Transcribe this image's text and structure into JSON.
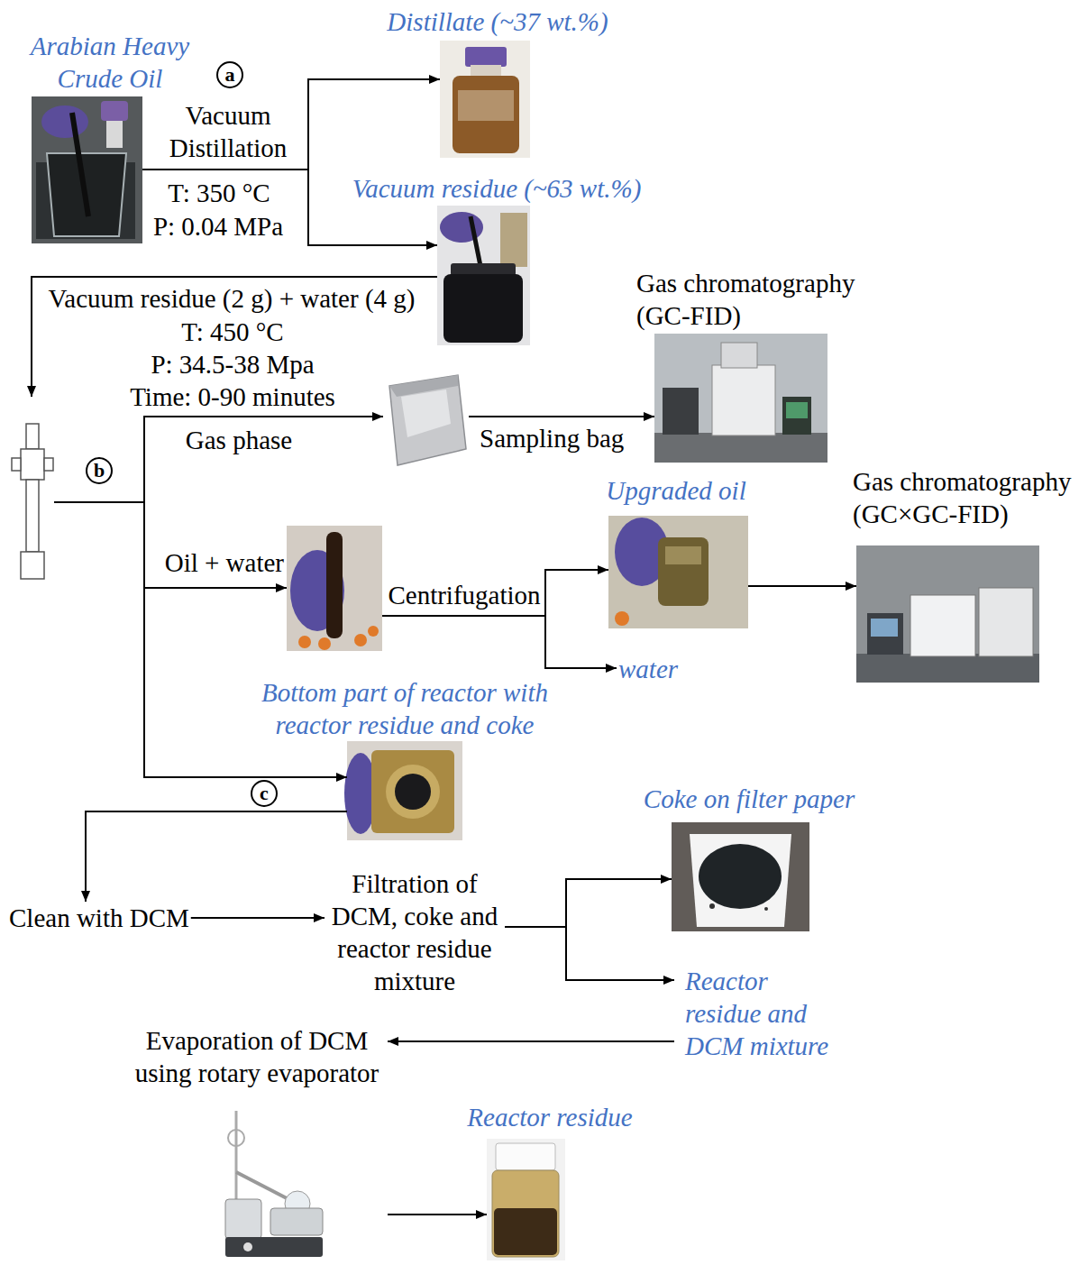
{
  "diagram": {
    "nodes": [
      {
        "text": [
          "Arabian Heavy Crude Oil"
        ]
      },
      {
        "text": [
          "Distillate (~37 wt.%)"
        ]
      },
      {
        "text": [
          "Vacuum residue (~63 wt.%)"
        ]
      },
      {
        "text": [
          "b"
        ]
      },
      {
        "text": [
          "Sampling bag"
        ]
      },
      {
        "text": [
          "Gas chromatography (GC-FID)"
        ]
      },
      {
        "text": [
          "Oil + water"
        ]
      },
      {
        "text": [
          "Upgraded oil"
        ]
      },
      {
        "text": [
          "water"
        ]
      },
      {
        "text": [
          "Gas chromatography (GC×GC-FID)"
        ]
      },
      {
        "text": [
          "Bottom part of reactor with reactor residue and coke"
        ]
      },
      {
        "text": [
          "Clean with DCM"
        ]
      },
      {
        "text": [
          "Filtration of DCM, coke and reactor residue mixture"
        ]
      },
      {
        "text": [
          "Coke on filter paper"
        ]
      },
      {
        "text": [
          "Reactor residue and DCM mixture"
        ]
      },
      {
        "text": [
          "Evaporation of DCM using rotary evaporator"
        ]
      },
      {
        "text": [
          "Reactor residue"
        ]
      }
    ],
    "edges": [
      {
        "from": 0,
        "to": 1,
        "arrow": "to",
        "label": "Vacuum Distillation"
      },
      {
        "from": 0,
        "to": 2,
        "arrow": "to"
      },
      {
        "from": 2,
        "to": 3,
        "arrow": "to"
      },
      {
        "from": 3,
        "to": 4,
        "arrow": "to",
        "label": "Gas phase"
      },
      {
        "from": 3,
        "to": 6,
        "arrow": "to"
      },
      {
        "from": 3,
        "to": 10,
        "arrow": "to"
      },
      {
        "from": 4,
        "to": 5,
        "arrow": "to"
      },
      {
        "from": 6,
        "to": 7,
        "arrow": "to",
        "label": "Centrifugation"
      },
      {
        "from": 6,
        "to": 8,
        "arrow": "to"
      },
      {
        "from": 7,
        "to": 9,
        "arrow": "to"
      },
      {
        "from": 10,
        "to": 11,
        "arrow": "to"
      },
      {
        "from": 11,
        "to": 12,
        "arrow": "to"
      },
      {
        "from": 12,
        "to": 13,
        "arrow": "to"
      },
      {
        "from": 12,
        "to": 14,
        "arrow": "to"
      },
      {
        "from": 14,
        "to": 15,
        "arrow": "to"
      },
      {
        "from": 15,
        "to": 16,
        "arrow": "to"
      }
    ],
    "labels": [
      "a",
      "T: 350 °C",
      "P: 0.04 MPa",
      "Vacuum residue (2 g) + water (4 g)",
      "T: 450 °C",
      "P: 34.5-38 Mpa",
      "Time: 0-90 minutes",
      "c"
    ]
  }
}
